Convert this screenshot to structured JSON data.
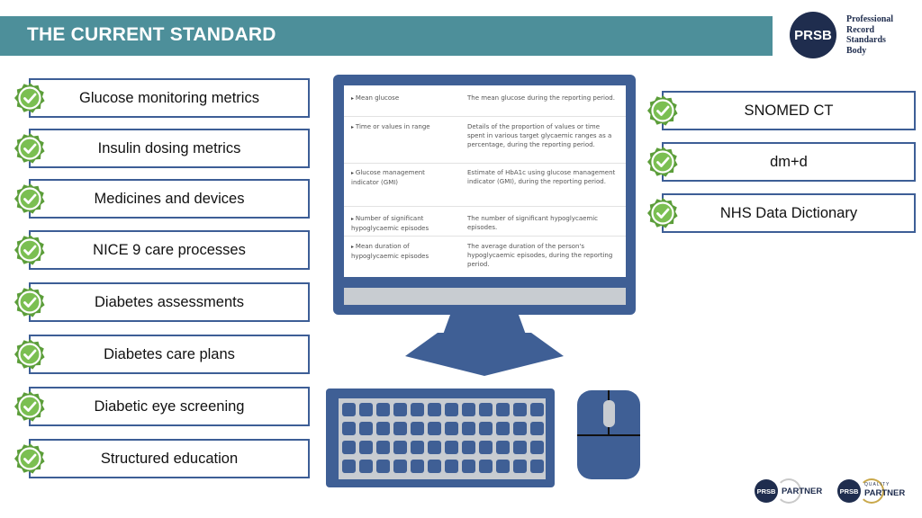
{
  "header": {
    "title": "THE CURRENT STANDARD"
  },
  "logo": {
    "mark": "PRSB",
    "lines": [
      "Professional",
      "Record",
      "Standards",
      "Body"
    ]
  },
  "left_items": [
    "Glucose monitoring metrics",
    "Insulin dosing metrics",
    "Medicines and devices",
    "NICE 9 care processes",
    "Diabetes assessments",
    "Diabetes care plans",
    "Diabetic eye screening",
    "Structured education"
  ],
  "right_items": [
    "SNOMED CT",
    "dm+d",
    "NHS Data Dictionary"
  ],
  "screen_rows": [
    {
      "term": "Mean glucose",
      "definition": "The mean glucose during the reporting period."
    },
    {
      "term": "Time or values in range",
      "definition": "Details of the proportion of values or time spent in various target glycaemic ranges as a percentage, during the reporting period."
    },
    {
      "term": "Glucose management indicator (GMI)",
      "definition": "Estimate of HbA1c using glucose management indicator (GMI), during the reporting period."
    },
    {
      "term": "Number of significant hypoglycaemic episodes",
      "definition": "The number of significant hypoglycaemic episodes."
    },
    {
      "term": "Mean duration of hypoglycaemic episodes",
      "definition": "The average duration of the person's hypoglycaemic episodes, during the reporting period."
    }
  ],
  "footer": {
    "partner_mark": "PRSB",
    "partner_label": "PARTNER",
    "quality_mark": "PRSB",
    "quality_top": "QUALITY",
    "quality_label": "PARTNER"
  },
  "colors": {
    "title_bar": "#4d8f9a",
    "navy": "#1f2d4e",
    "device_blue": "#3f5f95",
    "badge_green": "#5c9e3a"
  },
  "icons": {
    "badge": "check-badge-icon"
  }
}
